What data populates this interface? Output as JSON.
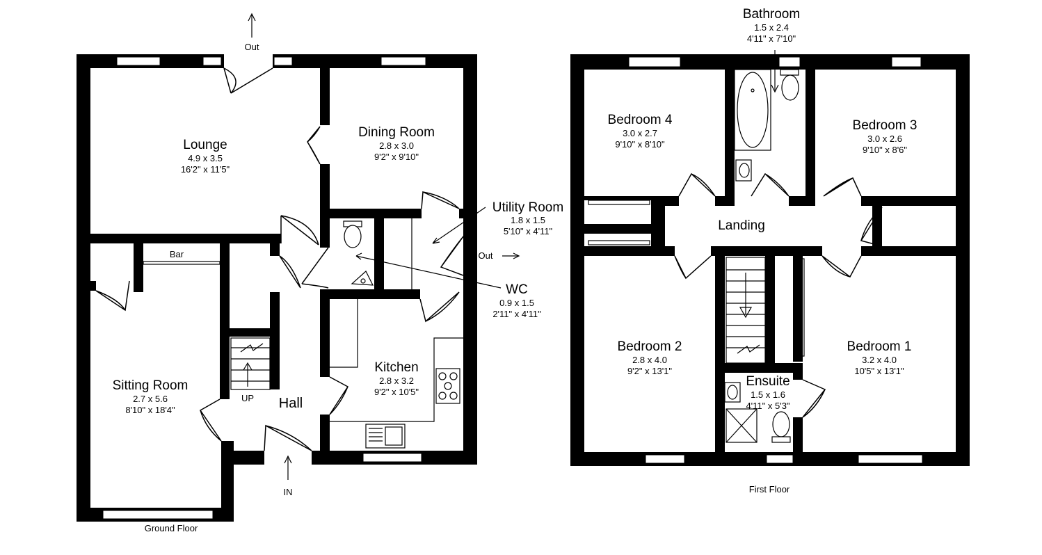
{
  "ground_floor": {
    "caption": "Ground Floor",
    "rooms": {
      "lounge": {
        "name": "Lounge",
        "metric": "4.9 x 3.5",
        "imperial": "16'2\" x 11'5\""
      },
      "dining": {
        "name": "Dining Room",
        "metric": "2.8 x 3.0",
        "imperial": "9'2\" x 9'10\""
      },
      "utility": {
        "name": "Utility Room",
        "metric": "1.8 x 1.5",
        "imperial": "5'10\" x 4'11\""
      },
      "wc": {
        "name": "WC",
        "metric": "0.9 x 1.5",
        "imperial": "2'11\" x 4'11\""
      },
      "sitting": {
        "name": "Sitting Room",
        "metric": "2.7 x 5.6",
        "imperial": "8'10\" x 18'4\""
      },
      "kitchen": {
        "name": "Kitchen",
        "metric": "2.8 x 3.2",
        "imperial": "9'2\" x 10'5\""
      }
    },
    "labels": {
      "hall": "Hall",
      "up": "UP",
      "bar": "Bar",
      "in": "IN",
      "out_top": "Out",
      "out_side": "Out"
    }
  },
  "first_floor": {
    "caption": "First Floor",
    "rooms": {
      "bathroom": {
        "name": "Bathroom",
        "metric": "1.5 x 2.4",
        "imperial": "4'11\" x 7'10\""
      },
      "bed4": {
        "name": "Bedroom 4",
        "metric": "3.0 x 2.7",
        "imperial": "9'10\" x 8'10\""
      },
      "bed3": {
        "name": "Bedroom 3",
        "metric": "3.0 x 2.6",
        "imperial": "9'10\" x 8'6\""
      },
      "bed2": {
        "name": "Bedroom 2",
        "metric": "2.8 x 4.0",
        "imperial": "9'2\" x 13'1\""
      },
      "bed1": {
        "name": "Bedroom 1",
        "metric": "3.2 x 4.0",
        "imperial": "10'5\" x 13'1\""
      },
      "ensuite": {
        "name": "Ensuite",
        "metric": "1.5 x 1.6",
        "imperial": "4'11\" x 5'3\""
      }
    },
    "labels": {
      "landing": "Landing",
      "down": "Down"
    }
  }
}
